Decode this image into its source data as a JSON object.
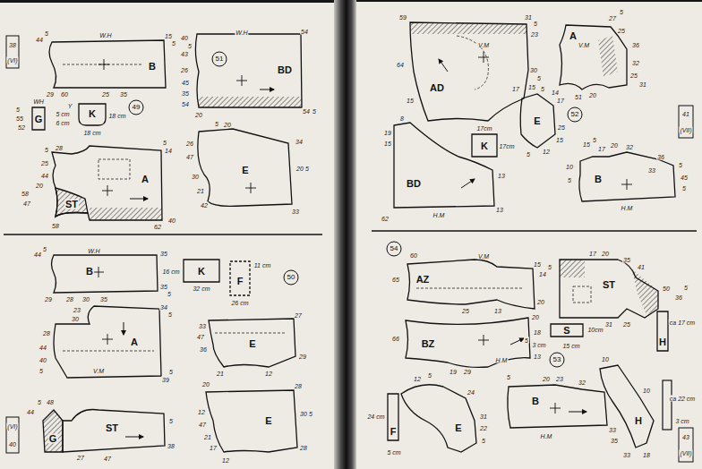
{
  "diagram": {
    "nodes": [
      {
        "text": [
          "B"
        ]
      },
      {
        "text": [
          "BD"
        ]
      },
      {
        "text": [
          "51"
        ],
        "in": 1
      },
      {
        "text": [
          "49"
        ]
      },
      {
        "text": [
          "G"
        ]
      },
      {
        "text": [
          "K"
        ]
      },
      {
        "text": [
          "A"
        ]
      },
      {
        "text": [
          "ST"
        ],
        "in": 6
      },
      {
        "text": [
          "E"
        ]
      },
      {
        "text": [
          "B"
        ]
      },
      {
        "text": [
          "K"
        ]
      },
      {
        "text": [
          "F"
        ]
      },
      {
        "text": [
          "50"
        ]
      },
      {
        "text": [
          "A"
        ]
      },
      {
        "text": [
          "E"
        ]
      },
      {
        "text": [
          "G"
        ]
      },
      {
        "text": [
          "ST"
        ]
      },
      {
        "text": [
          "E"
        ]
      },
      {
        "text": [
          "AD"
        ]
      },
      {
        "text": [
          "52"
        ]
      },
      {
        "text": [
          "A"
        ]
      },
      {
        "text": [
          "K"
        ]
      },
      {
        "text": [
          "E"
        ]
      },
      {
        "text": [
          "BD"
        ]
      },
      {
        "text": [
          "B"
        ]
      },
      {
        "text": [
          "54"
        ]
      },
      {
        "text": [
          "AZ"
        ]
      },
      {
        "text": [
          "ST"
        ]
      },
      {
        "text": [
          "BZ"
        ]
      },
      {
        "text": [
          "S"
        ]
      },
      {
        "text": [
          "H"
        ]
      },
      {
        "text": [
          "53"
        ]
      },
      {
        "text": [
          "E"
        ]
      },
      {
        "text": [
          "F"
        ]
      },
      {
        "text": [
          "B"
        ]
      },
      {
        "text": [
          "H"
        ]
      }
    ],
    "labels": [
      "38",
      "(VI)",
      "44",
      "5",
      "W.H",
      "15",
      "5",
      "29",
      "60",
      "25",
      "35",
      "W.H",
      "54",
      "40",
      "5",
      "43",
      "26",
      "45",
      "35",
      "54",
      "20",
      "54",
      "5",
      "Y",
      "5 cm",
      "6 cm",
      "18 cm",
      "18 cm",
      "WH",
      "5",
      "55",
      "52",
      "5",
      "14",
      "5",
      "28",
      "25",
      "44",
      "20",
      "58",
      "47",
      "58",
      "62",
      "40",
      "5",
      "20",
      "34",
      "20",
      "5",
      "33",
      "26",
      "47",
      "30",
      "21",
      "42",
      "W.H",
      "44",
      "5",
      "35",
      "35",
      "5",
      "29",
      "28",
      "30",
      "35",
      "16 cm",
      "32 cm",
      "11 cm",
      "26 cm",
      "23",
      "30",
      "34",
      "5",
      "28",
      "44",
      "40",
      "5",
      "V.M",
      "39",
      "5",
      "27",
      "33",
      "47",
      "36",
      "29",
      "12",
      "21",
      "5",
      "44",
      "48",
      "27",
      "47",
      "38",
      "5",
      "(VI)",
      "40",
      "20",
      "28",
      "30",
      "5",
      "28",
      "12",
      "47",
      "21",
      "17",
      "12",
      "59",
      "31",
      "5",
      "23",
      "V.M",
      "30",
      "5",
      "64",
      "15",
      "8",
      "19",
      "15",
      "13",
      "13",
      "H.M",
      "62",
      "17cm",
      "17cm",
      "17",
      "15",
      "5",
      "17",
      "25",
      "15",
      "12",
      "5",
      "5",
      "27",
      "25",
      "V.M",
      "36",
      "32",
      "25",
      "31",
      "51",
      "20",
      "14",
      "15",
      "5",
      "17",
      "20",
      "32",
      "36",
      "33",
      "5",
      "45",
      "5",
      "H.M",
      "5",
      "10",
      "41",
      "(VII)",
      "60",
      "V.M",
      "15",
      "14",
      "5",
      "65",
      "25",
      "20",
      "13",
      "66",
      "20",
      "18",
      "5",
      "13",
      "H.M",
      "19",
      "29",
      "17",
      "20",
      "35",
      "41",
      "50",
      "36",
      "5",
      "31",
      "25",
      "3 cm",
      "15 cm",
      "10cm",
      "ca 17 cm",
      "ca 22 cm",
      "3 cm",
      "24 cm",
      "5 cm",
      "12",
      "5",
      "24",
      "31",
      "22",
      "5",
      "5",
      "20",
      "23",
      "32",
      "33",
      "35",
      "H.M",
      "10",
      "10",
      "33",
      "18",
      "43",
      "(VII)"
    ]
  }
}
